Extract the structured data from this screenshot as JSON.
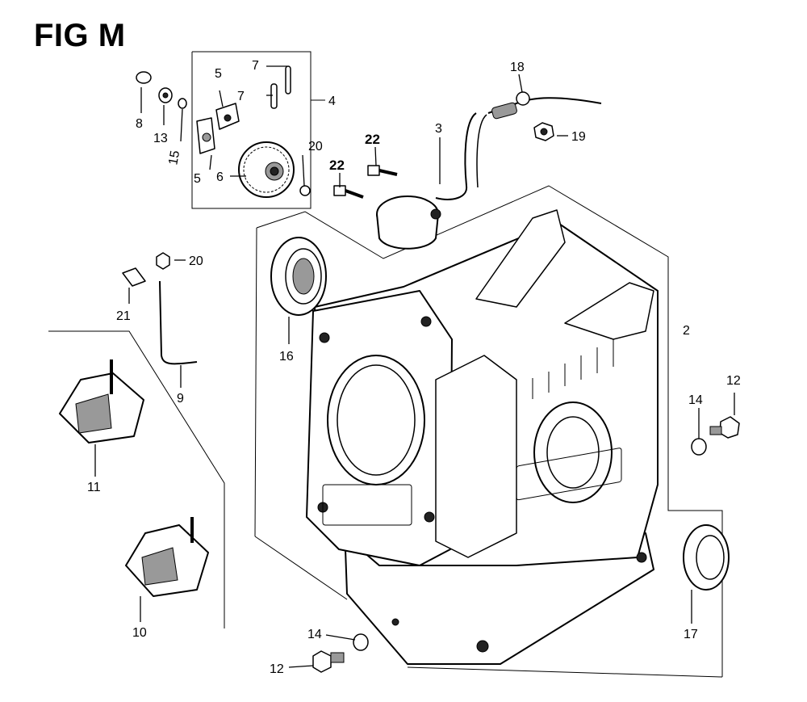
{
  "figure_title": "FIG M",
  "callouts": {
    "c2": "2",
    "c3": "3",
    "c4": "4",
    "c5a": "5",
    "c5b": "5",
    "c6": "6",
    "c7a": "7",
    "c7b": "7",
    "c8": "8",
    "c9": "9",
    "c10": "10",
    "c11": "11",
    "c12a": "12",
    "c12b": "12",
    "c13": "13",
    "c14a": "14",
    "c14b": "14",
    "c15": "15",
    "c16": "16",
    "c17": "17",
    "c18": "18",
    "c19": "19",
    "c20a": "20",
    "c20b": "20",
    "c21": "21",
    "c22a": "22",
    "c22b": "22"
  }
}
